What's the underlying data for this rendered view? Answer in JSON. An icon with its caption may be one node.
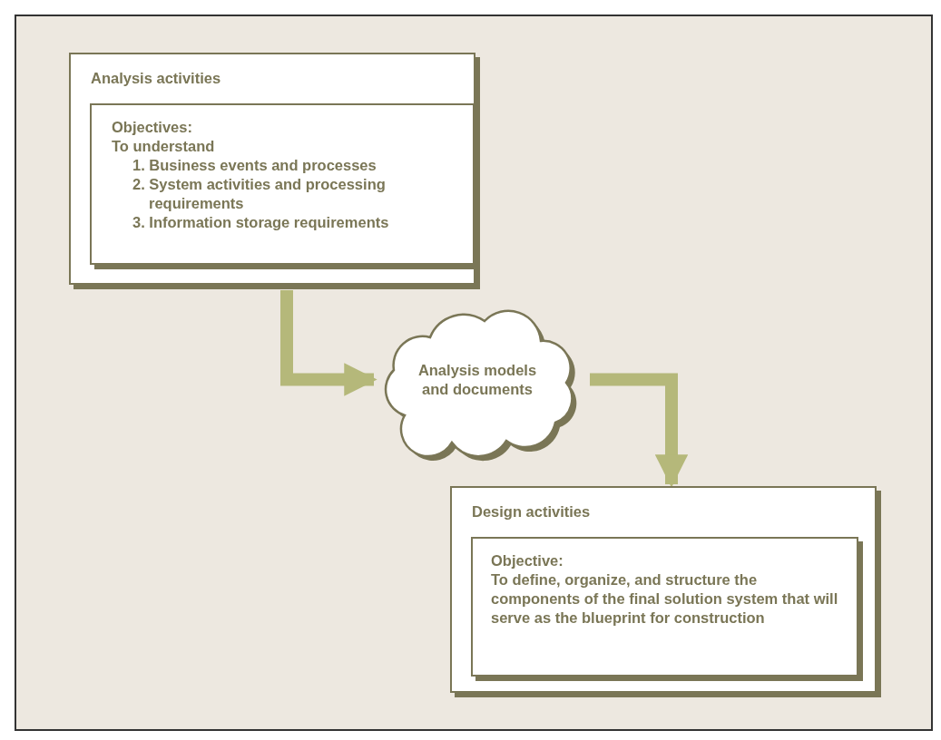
{
  "diagram": {
    "nodes": [
      {
        "text": [
          "Analysis activities"
        ]
      },
      {
        "text": [
          "Objectives:",
          "To understand",
          "1. Business events and processes",
          "2. System activities and processing requirements",
          "3. Information storage requirements"
        ],
        "in": 0
      },
      {
        "text": [
          "Analysis models and documents"
        ]
      },
      {
        "text": [
          "Design activities"
        ]
      },
      {
        "text": [
          "Objective:",
          "To define, organize, and structure the components of the final solution system that will serve as the blueprint for construction"
        ],
        "in": 3
      }
    ],
    "edges": [
      {
        "from": 0,
        "to": 2,
        "arrow": "to"
      },
      {
        "from": 2,
        "to": 3,
        "arrow": "to"
      }
    ]
  }
}
